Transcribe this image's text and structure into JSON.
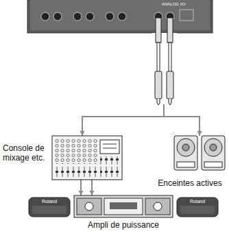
{
  "diagram": {
    "nodes": [
      {
        "text": [
          "ANALOG I/O"
        ]
      },
      {
        "text": [
          "Console de mixage etc."
        ]
      },
      {
        "text": [
          "Enceintes actives"
        ]
      },
      {
        "text": [
          "Ampli de puissance"
        ]
      },
      {
        "text": [
          "Roland"
        ]
      },
      {
        "text": [
          "Roland"
        ]
      }
    ],
    "edges": [
      {
        "from": 0,
        "to": 1,
        "arrow": "to"
      },
      {
        "from": 0,
        "to": 2,
        "arrow": "to"
      },
      {
        "from": 1,
        "to": 3,
        "arrow": "to"
      },
      {
        "from": 1,
        "to": 3,
        "arrow": "to"
      }
    ]
  }
}
